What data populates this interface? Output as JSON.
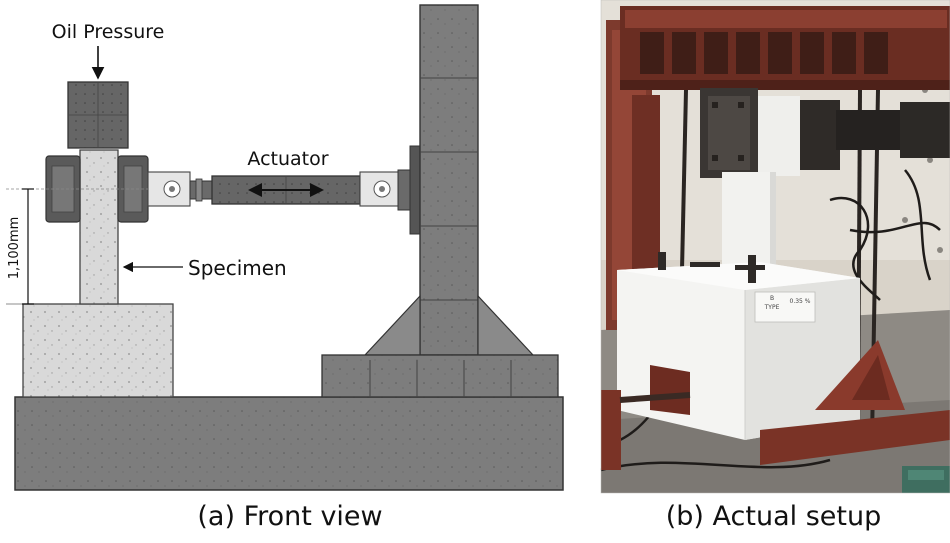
{
  "diagram": {
    "oil_pressure_label": "Oil Pressure",
    "actuator_label": "Actuator",
    "specimen_label": "Specimen",
    "height_label": "1,100mm"
  },
  "photo": {
    "tag_line1": "B",
    "tag_line2": "TYPE",
    "tag_line3": "0.35 %"
  },
  "captions": {
    "front": "(a) Front view",
    "actual": "(b) Actual setup"
  },
  "colors": {
    "steel_dark": "#5f5f5f",
    "steel_mid": "#7a7a7a",
    "concrete": "#d6d6d6",
    "frame_red": "#8a3a2c"
  }
}
